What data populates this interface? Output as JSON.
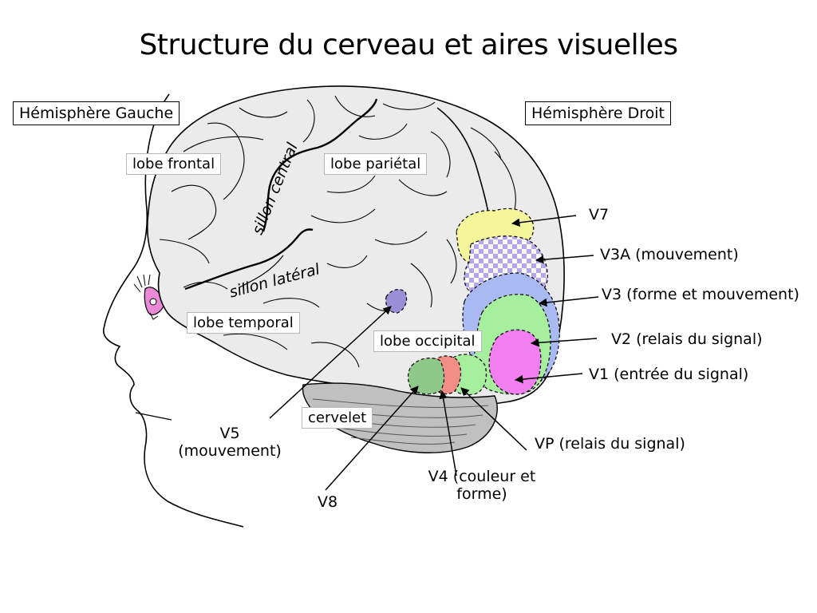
{
  "title": "Structure du cerveau et aires visuelles",
  "hemispheres": {
    "left": "Hémisphère Gauche",
    "right": "Hémisphère Droit"
  },
  "lobes": {
    "frontal": "lobe frontal",
    "parietal": "lobe pariétal",
    "temporal": "lobe temporal",
    "occipital": "lobe occipital",
    "cerebellum": "cervelet"
  },
  "sulci": {
    "central": "sillon central",
    "lateral": "sillon latéral"
  },
  "areas": {
    "v7": "V7",
    "v3a": "V3A (mouvement)",
    "v3": "V3 (forme et mouvement)",
    "v2": "V2 (relais du signal)",
    "v1": "V1 (entrée du signal)",
    "vp": "VP (relais du signal)",
    "v4_line1": "V4 (couleur et",
    "v4_line2": "forme)",
    "v5_line1": "V5",
    "v5_line2": "(mouvement)",
    "v8": "V8"
  },
  "colors": {
    "v7": "#f5f59a",
    "v3a": "#c9b8ee",
    "v3": "#a9b9f2",
    "v2": "#a5ef9f",
    "v1": "#f27ff0",
    "v4": "#f28e86",
    "v8": "#8fc98a",
    "v5": "#9a8ed6",
    "cerebellum": "#c0c0c0",
    "eye": "#ea8ad6"
  }
}
